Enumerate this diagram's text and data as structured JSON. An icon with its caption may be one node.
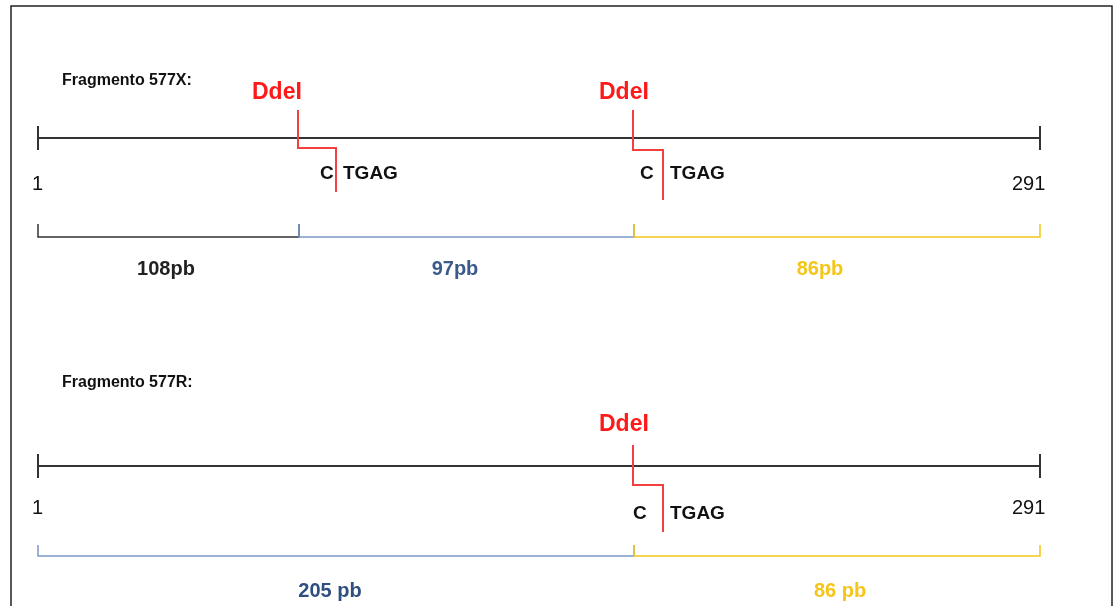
{
  "diagram": {
    "labels": [
      "Fragmento 577X:",
      "DdeI",
      "DdeI",
      "1",
      "C",
      "TGAG",
      "C",
      "TGAG",
      "291",
      "108pb",
      "97pb",
      "86pb",
      "Fragmento 577R:",
      "DdeI",
      "1",
      "C",
      "TGAG",
      "291",
      "205 pb",
      "86 pb"
    ]
  }
}
